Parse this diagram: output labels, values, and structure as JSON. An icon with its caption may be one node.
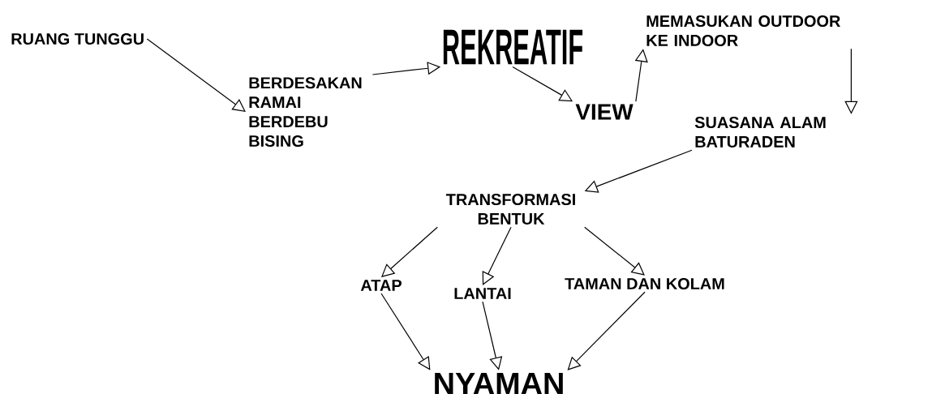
{
  "diagram": {
    "nodes": [
      {
        "text": [
          "RUANG TUNGGU"
        ]
      },
      {
        "text": [
          "BERDESAKAN RAMAI BERDEBU BISING"
        ]
      },
      {
        "text": [
          "REKREATIF"
        ]
      },
      {
        "text": [
          "VIEW"
        ]
      },
      {
        "text": [
          "MEMASUKAN OUTDOOR KE INDOOR"
        ]
      },
      {
        "text": [
          "SUASANA ALAM BATURADEN"
        ]
      },
      {
        "text": [
          "TRANSFORMASI BENTUK"
        ]
      },
      {
        "text": [
          "ATAP"
        ]
      },
      {
        "text": [
          "LANTAI"
        ]
      },
      {
        "text": [
          "TAMAN DAN KOLAM"
        ]
      },
      {
        "text": [
          "NYAMAN"
        ]
      }
    ],
    "edges": [
      {
        "from": 0,
        "to": 1,
        "arrow": "to"
      },
      {
        "from": 1,
        "to": 2,
        "arrow": "to"
      },
      {
        "from": 2,
        "to": 3,
        "arrow": "to"
      },
      {
        "from": 3,
        "to": 4,
        "arrow": "to"
      },
      {
        "from": 4,
        "to": 5,
        "arrow": "to"
      },
      {
        "from": 5,
        "to": 6,
        "arrow": "to"
      },
      {
        "from": 6,
        "to": 7,
        "arrow": "to"
      },
      {
        "from": 6,
        "to": 8,
        "arrow": "to"
      },
      {
        "from": 6,
        "to": 9,
        "arrow": "to"
      },
      {
        "from": 7,
        "to": 10,
        "arrow": "to"
      },
      {
        "from": 8,
        "to": 10,
        "arrow": "to"
      },
      {
        "from": 9,
        "to": 10,
        "arrow": "to"
      }
    ]
  }
}
